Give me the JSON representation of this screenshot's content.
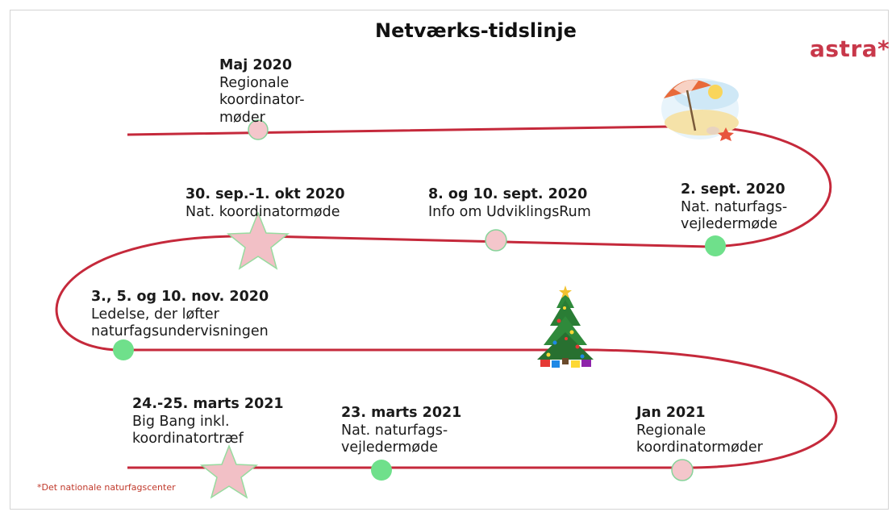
{
  "title": "Netværks-tidslinje",
  "logo_text": "astra*",
  "footnote": "*Det nationale naturfagscenter",
  "colors": {
    "path": "#c5293b",
    "pink_marker": "#f4c6cb",
    "pink_marker_stroke": "#87d39a",
    "green_marker": "#6fe08b",
    "star_fill": "#f2c0c6",
    "star_stroke": "#97db9f",
    "logo": "#c8384a"
  },
  "events": [
    {
      "date": "Maj 2020",
      "text": "Regionale\nkoordinator-\nmøder",
      "marker": "pink-dot"
    },
    {
      "date": "2. sept. 2020",
      "text": "Nat. naturfags-\nvejledermøde",
      "marker": "green-dot"
    },
    {
      "date": "8. og 10. sept. 2020",
      "text": "Info om UdviklingsRum",
      "marker": "pink-dot"
    },
    {
      "date": "30. sep.-1. okt 2020",
      "text": "Nat. koordinatormøde",
      "marker": "star"
    },
    {
      "date": "3., 5. og 10. nov. 2020",
      "text": "Ledelse, der løfter\nnaturfagsundervisningen",
      "marker": "green-dot"
    },
    {
      "date": "Jan 2021",
      "text": "Regionale\nkoordinatormøder",
      "marker": "pink-dot"
    },
    {
      "date": "23. marts 2021",
      "text": "Nat. naturfags-\nvejledermøde",
      "marker": "green-dot"
    },
    {
      "date": "24.-25. marts 2021",
      "text": "Big Bang inkl.\nkoordinatortræf",
      "marker": "star"
    }
  ],
  "decorations": [
    "beach-umbrella-icon",
    "christmas-tree-icon"
  ]
}
